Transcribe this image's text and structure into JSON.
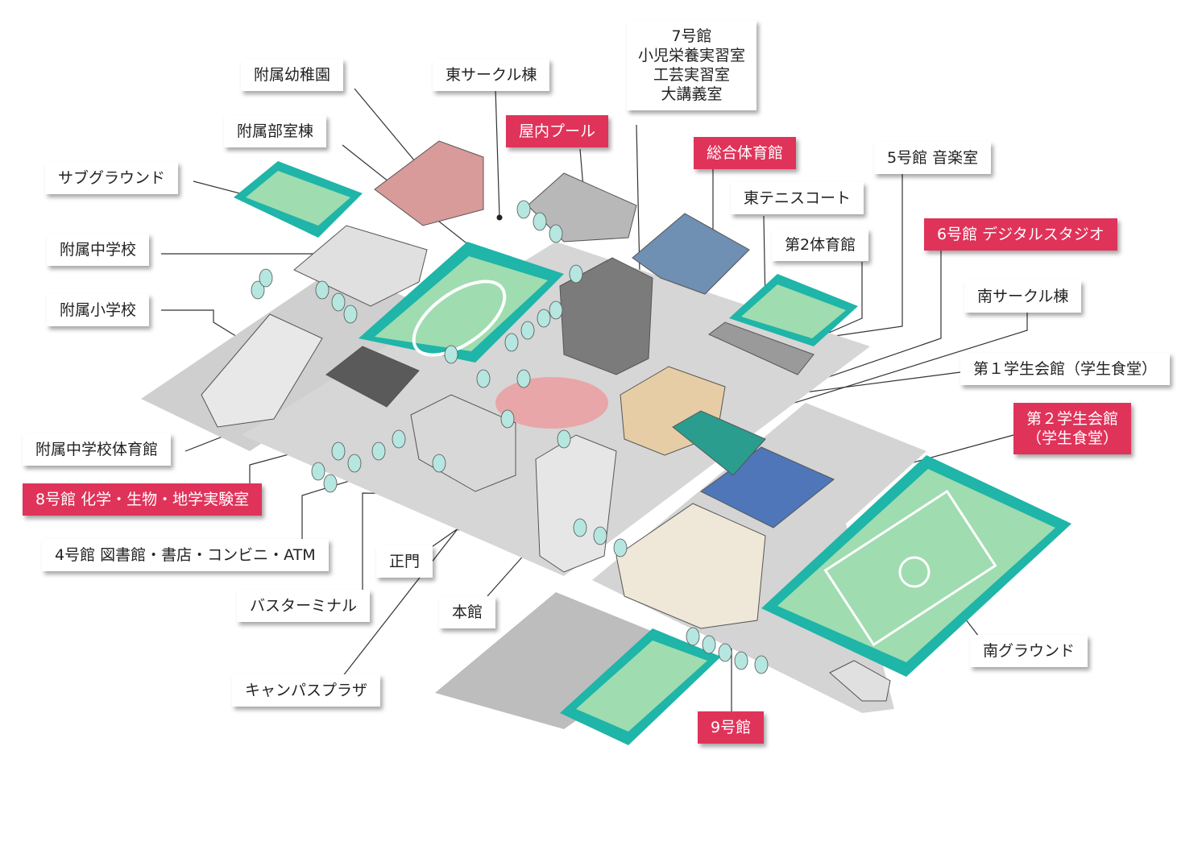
{
  "colors": {
    "highlight": "#e0335a",
    "field": "#8fd3a8",
    "teal_border": "#1fb5a8",
    "track": "#e8a6a8",
    "ground": "#c9c9c9",
    "building_gray": "#d8d8d8",
    "building_blue": "#6f8fb3"
  },
  "labels": {
    "fuzoku_yochien": "附属幼稚園",
    "higashi_circle": "東サークル棟",
    "bldg7": [
      "7号館",
      "小児栄養実習室",
      "工芸実習室",
      "大講義室"
    ],
    "fuzoku_bushitsu": "附属部室棟",
    "okunai_pool": "屋内プール",
    "sogo_taiikukan": "総合体育館",
    "bldg5": "5号館 音楽室",
    "sub_ground": "サブグラウンド",
    "higashi_tennis": "東テニスコート",
    "fuzoku_chugakko": "附属中学校",
    "dai2_taiikukan": "第2体育館",
    "bldg6": "6号館 デジタルスタジオ",
    "minami_circle": "南サークル棟",
    "fuzoku_shogakko": "附属小学校",
    "gakusei1": "第１学生会館（学生食堂）",
    "gakusei2": [
      "第２学生会館",
      "（学生食堂）"
    ],
    "fuzoku_chugakko_taiikukan": "附属中学校体育館",
    "bldg8": "8号館 化学・生物・地学実験室",
    "bldg4": "4号館 図書館・書店・コンビニ・ATM",
    "seimon": "正門",
    "bus_terminal": "バスターミナル",
    "honkan": "本館",
    "minami_ground": "南グラウンド",
    "campus_plaza": "キャンパスプラザ",
    "bldg9": "9号館"
  }
}
